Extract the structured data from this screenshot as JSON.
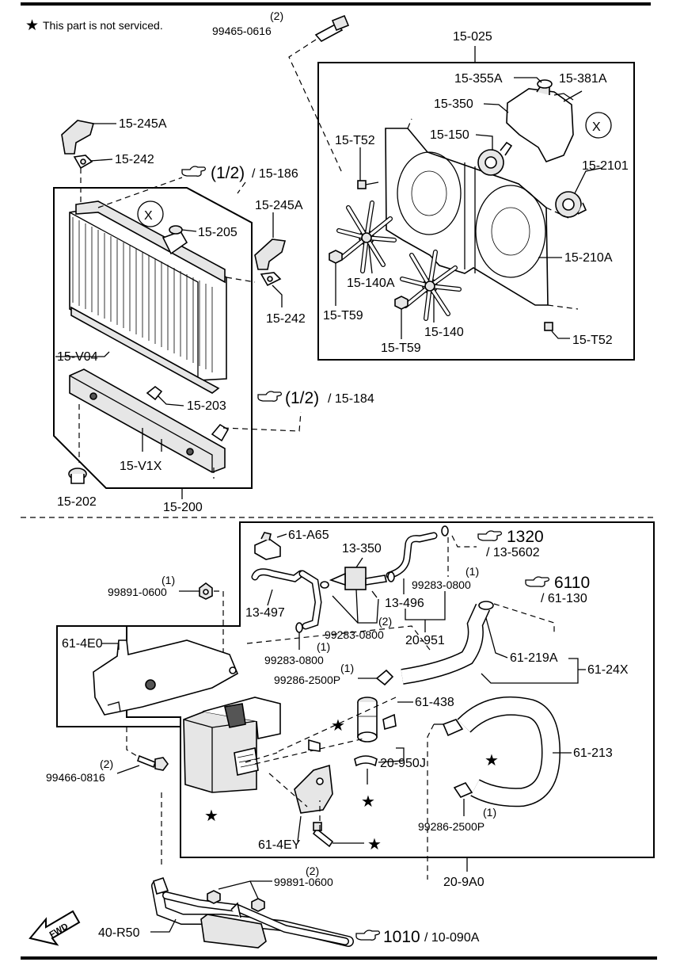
{
  "legend": {
    "star_symbol": "★",
    "text": "This part is not serviced."
  },
  "top_section": {
    "bolt_top": {
      "qty": "(2)",
      "part": "99465-0616"
    },
    "fan_assembly": {
      "box_label": "15-025",
      "labels": [
        "15-355A",
        "15-381A",
        "15-350",
        "15-150",
        "15-T52",
        "15-2101",
        "15-210A",
        "15-140A",
        "15-T59",
        "15-140",
        "15-T59",
        "15-T52"
      ],
      "not_serviced_mark": "X"
    },
    "radiator": {
      "box_label": "15-200",
      "labels": [
        "15-245A",
        "15-242",
        "15-205",
        "15-245A",
        "15-242",
        "15-V04",
        "15-203",
        "15-V1X",
        "15-202"
      ],
      "not_serviced_mark": "X"
    },
    "refs": [
      {
        "icon": "pointing-hand-icon",
        "page": "(1/2)",
        "code": "/ 15-186"
      },
      {
        "icon": "pointing-hand-icon",
        "page": "(1/2)",
        "code": "/ 15-184"
      }
    ]
  },
  "bottom_section": {
    "box_label": "20-9A0",
    "labels": {
      "a65": "61-A65",
      "c350": "13-350",
      "c497": "13-497",
      "c496": "13-496",
      "clamp_right_qty": "(1)",
      "clamp_right": "99283-0800",
      "clamp_mid_qty": "(2)",
      "clamp_mid": "99283-0800",
      "clamp_left_qty": "(1)",
      "clamp_left": "99283-0800",
      "hose_group": "20-951",
      "nut_qty": "(1)",
      "nut": "99891-0600",
      "bracket": "61-4E0",
      "hose_clamp_qty": "(1)",
      "hose_clamp": "99286-2500P",
      "hose_219": "61-219A",
      "hose_set": "61-24X",
      "valve": "61-438",
      "clip": "20-950J",
      "hose_213": "61-213",
      "clamp_lower_qty": "(1)",
      "clamp_lower": "99286-2500P",
      "bolt_qty": "(2)",
      "bolt": "99466-0816",
      "heater_bracket": "61-4EY",
      "nut_lower_qty": "(2)",
      "nut_lower": "99891-0600",
      "pipe": "40-R50"
    },
    "refs": [
      {
        "icon": "pointing-hand-icon",
        "page": "1320",
        "code": "/ 13-5602"
      },
      {
        "icon": "pointing-hand-icon",
        "page": "6110",
        "code": "/ 61-130"
      },
      {
        "icon": "pointing-hand-icon",
        "page": "1010",
        "code": "/ 10-090A"
      }
    ],
    "fwd_label": "FWD"
  }
}
